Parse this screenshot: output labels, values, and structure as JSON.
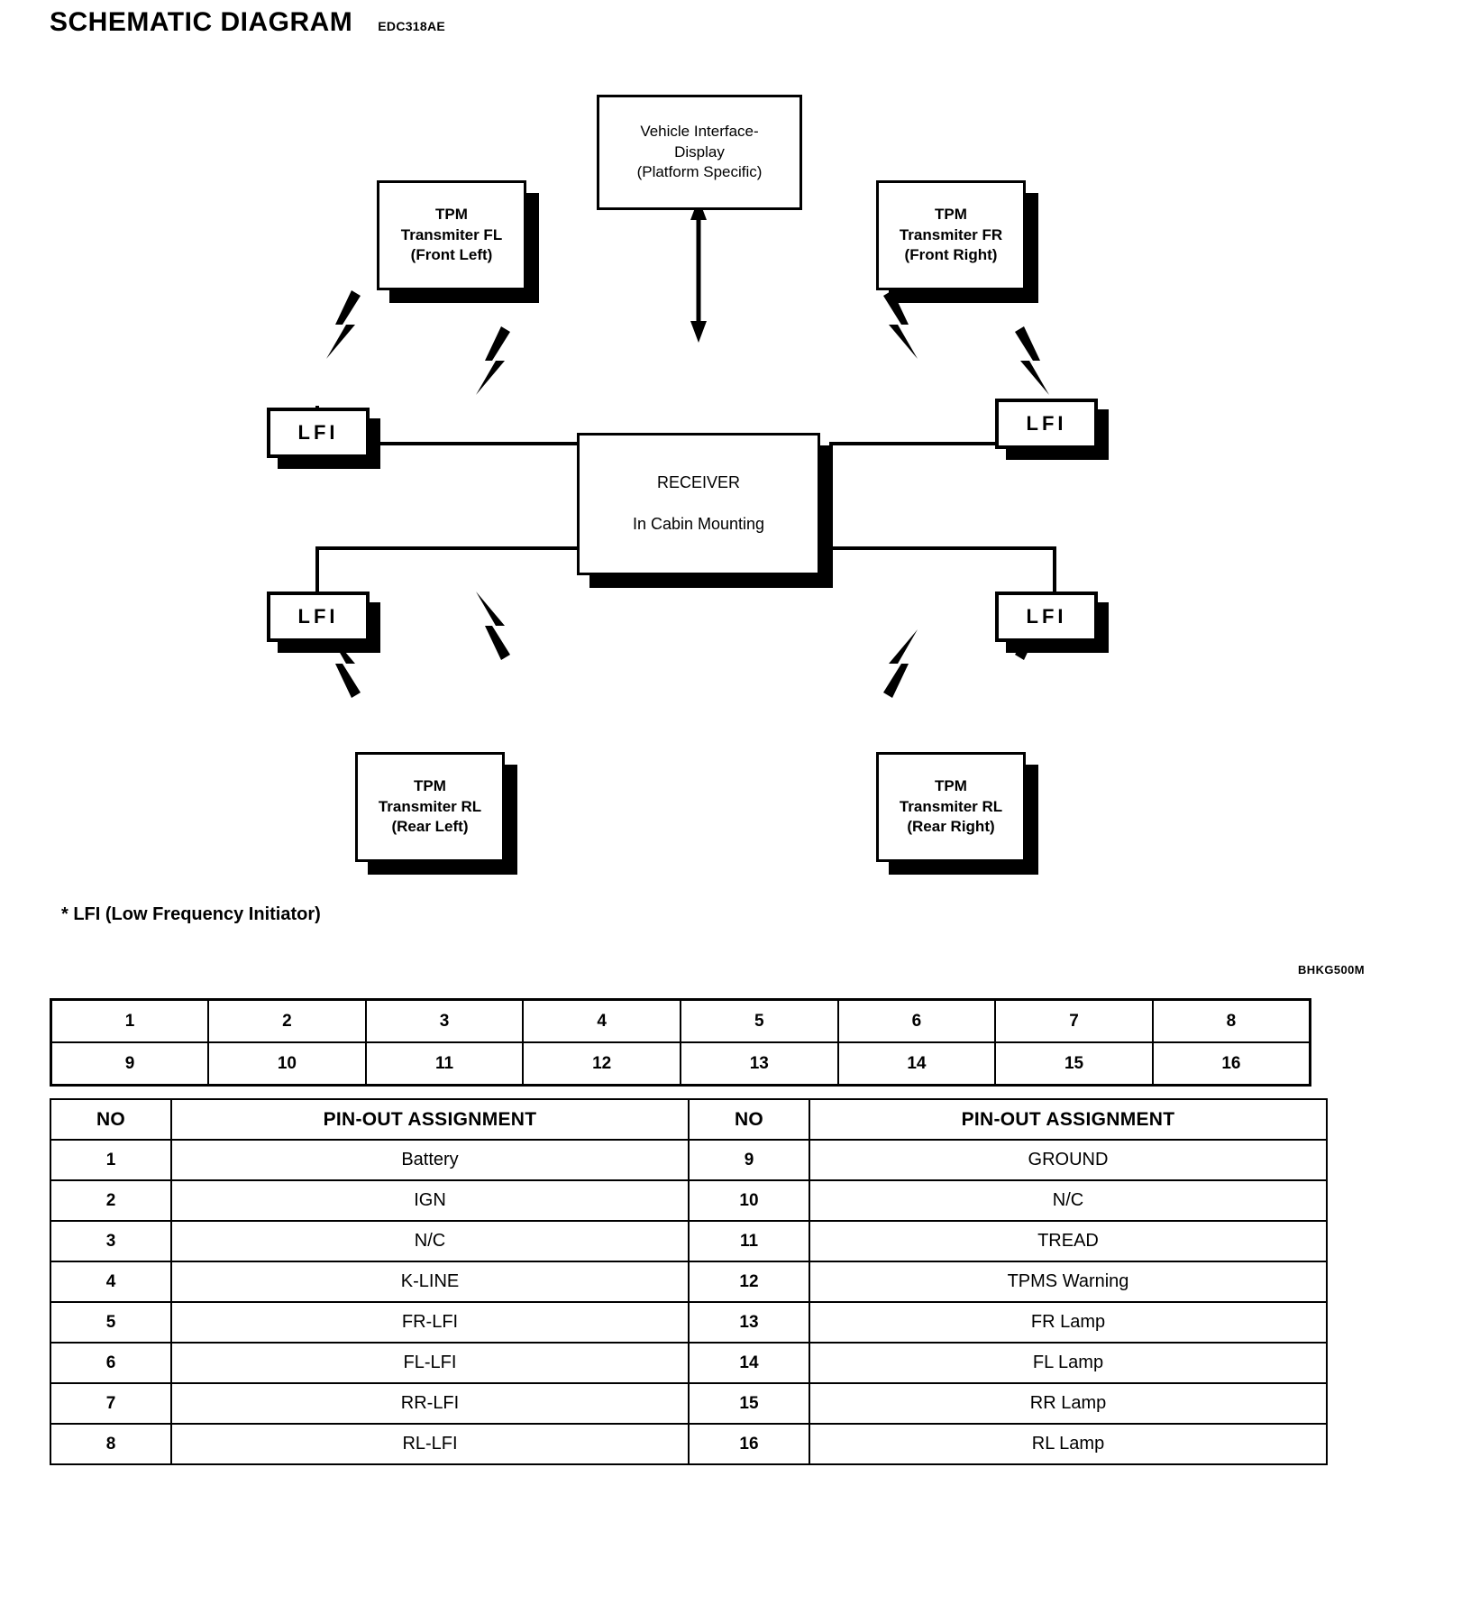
{
  "header": {
    "title": "SCHEMATIC DIAGRAM",
    "doc_code": "EDC318AE"
  },
  "diagram": {
    "nodes": {
      "display": {
        "name": "vehicle-interface-display",
        "lines": [
          "Vehicle Interface-",
          "Display",
          "(Platform Specific)"
        ]
      },
      "receiver": {
        "name": "receiver",
        "lines": [
          "RECEIVER",
          "In Cabin Mounting"
        ]
      },
      "tpm_fl": {
        "name": "tpm-transmitter-fl",
        "lines": [
          "TPM",
          "Transmiter FL",
          "(Front Left)"
        ]
      },
      "tpm_fr": {
        "name": "tpm-transmitter-fr",
        "lines": [
          "TPM",
          "Transmiter FR",
          "(Front Right)"
        ]
      },
      "tpm_rl": {
        "name": "tpm-transmitter-rl",
        "lines": [
          "TPM",
          "Transmiter RL",
          "(Rear Left)"
        ]
      },
      "tpm_rr": {
        "name": "tpm-transmitter-rr",
        "lines": [
          "TPM",
          "Transmiter RL",
          "(Rear Right)"
        ]
      },
      "lfi_fl": {
        "name": "lfi-front-left",
        "label": "LFI"
      },
      "lfi_fr": {
        "name": "lfi-front-right",
        "label": "LFI"
      },
      "lfi_rl": {
        "name": "lfi-rear-left",
        "label": "LFI"
      },
      "lfi_rr": {
        "name": "lfi-rear-right",
        "label": "LFI"
      }
    },
    "footnote": "* LFI (Low Frequency Initiator)",
    "ref_code": "BHKG500M"
  },
  "pin_grid": {
    "row_top": [
      "1",
      "2",
      "3",
      "4",
      "5",
      "6",
      "7",
      "8"
    ],
    "row_bottom": [
      "9",
      "10",
      "11",
      "12",
      "13",
      "14",
      "15",
      "16"
    ]
  },
  "pinout": {
    "headers": [
      "NO",
      "PIN-OUT ASSIGNMENT",
      "NO",
      "PIN-OUT ASSIGNMENT"
    ],
    "rows": [
      {
        "no_left": "1",
        "val_left": "Battery",
        "no_right": "9",
        "val_right": "GROUND"
      },
      {
        "no_left": "2",
        "val_left": "IGN",
        "no_right": "10",
        "val_right": "N/C"
      },
      {
        "no_left": "3",
        "val_left": "N/C",
        "no_right": "11",
        "val_right": "TREAD"
      },
      {
        "no_left": "4",
        "val_left": "K-LINE",
        "no_right": "12",
        "val_right": "TPMS Warning"
      },
      {
        "no_left": "5",
        "val_left": "FR-LFI",
        "no_right": "13",
        "val_right": "FR Lamp"
      },
      {
        "no_left": "6",
        "val_left": "FL-LFI",
        "no_right": "14",
        "val_right": "FL Lamp"
      },
      {
        "no_left": "7",
        "val_left": "RR-LFI",
        "no_right": "15",
        "val_right": "RR Lamp"
      },
      {
        "no_left": "8",
        "val_left": "RL-LFI",
        "no_right": "16",
        "val_right": "RL Lamp"
      }
    ]
  }
}
